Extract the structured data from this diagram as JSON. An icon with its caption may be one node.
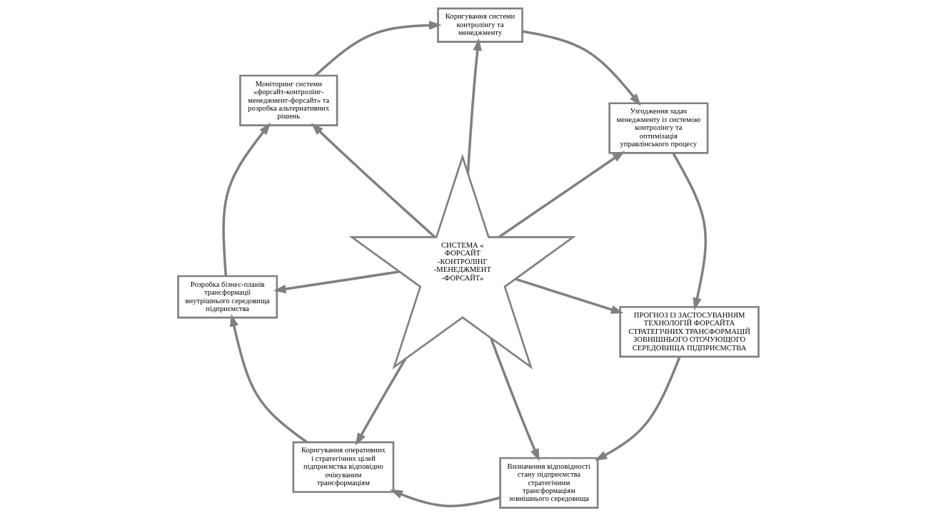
{
  "diagram": {
    "nodes": [
      {
        "text": [
          "Узгодження задач менеджменту із системою контролінгу та оптимізація управлінського процесу"
        ]
      },
      {
        "text": [
          "ПРОГНОЗ ІЗ ЗАСТОСУВАННЯМ ТЕХНОЛОГІЙ ФОРСАЙТА СТРАТЕГІЧНИХ ТРАНСФОРМАЦІЙ ЗОВНІШНЬОГО ОТОЧУЮЩОГО СЕРЕДОВИЩА ПІДПРИЄМСТВА"
        ]
      },
      {
        "text": [
          "Визначення відповідності стану підприємства стратегічним трансформаціям зовнішнього середовища"
        ]
      },
      {
        "text": [
          "Коригування системи контролінгу та менеджменту"
        ]
      },
      {
        "text": [
          "СИСТЕМА « ФОРСАЙТ -КОНТРОЛІНГ -МЕНЕДЖМЕНТ -ФОРСАЙТ»"
        ]
      },
      {
        "text": [
          "Коригування оперативних і стратегічних цілей підприємства відповідно очікуваним трансформаціям"
        ]
      },
      {
        "text": [
          "Моніторинг системи «форсайт-контролінг-менеджмент-форсайт» та розробка альтернативних рішень"
        ]
      },
      {
        "text": [
          "Розробка бізнес-планів трансформації внутрішнього середовища підприємства"
        ]
      }
    ],
    "edges": [
      {
        "from": 4,
        "to": 1,
        "arrow": "to"
      },
      {
        "from": 4,
        "to": 2,
        "arrow": "to"
      },
      {
        "from": 4,
        "to": 5,
        "arrow": "to"
      },
      {
        "from": 4,
        "to": 7,
        "arrow": "to"
      },
      {
        "from": 4,
        "to": 6,
        "arrow": "to"
      },
      {
        "from": 4,
        "to": 3,
        "arrow": "to"
      },
      {
        "from": 4,
        "to": 0,
        "arrow": "to"
      },
      {
        "from": 0,
        "to": 1,
        "arrow": "to"
      },
      {
        "from": 1,
        "to": 2,
        "arrow": "to"
      },
      {
        "from": 2,
        "to": 5,
        "arrow": "to"
      },
      {
        "from": 5,
        "to": 7,
        "arrow": "to"
      },
      {
        "from": 7,
        "to": 6,
        "arrow": "to"
      },
      {
        "from": 6,
        "to": 3,
        "arrow": "to"
      },
      {
        "from": 3,
        "to": 0,
        "arrow": "to"
      }
    ]
  }
}
